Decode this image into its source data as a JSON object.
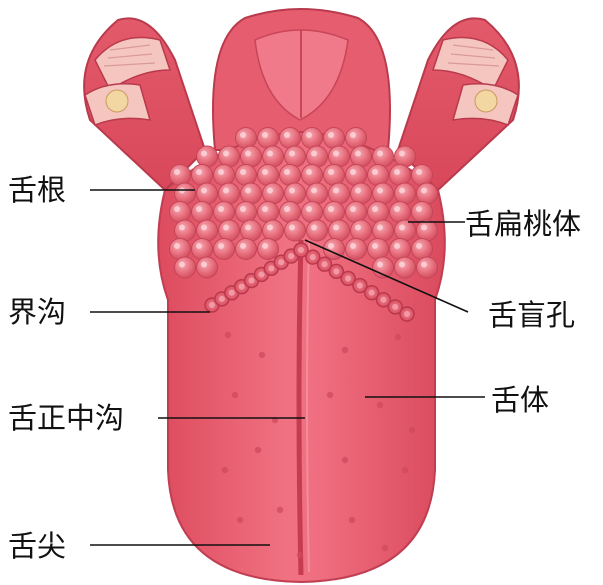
{
  "labels": {
    "root": "舌根",
    "tonsil": "舌扁桃体",
    "sulcus_terminalis": "界沟",
    "foramen_cecum": "舌盲孔",
    "body": "舌体",
    "median_sulcus": "舌正中沟",
    "apex": "舌尖"
  },
  "colors": {
    "tongue": "#ea5a6c",
    "tongue_light": "#f07f8e",
    "tongue_dark": "#c93d50",
    "tonsil": "#e8707e",
    "tonsil_highlight": "#f7b6bf",
    "papilla": "#cf4a5c",
    "muscle_cut": "#f5c6bf",
    "bone": "#f3d7a2",
    "line": "#111111"
  }
}
